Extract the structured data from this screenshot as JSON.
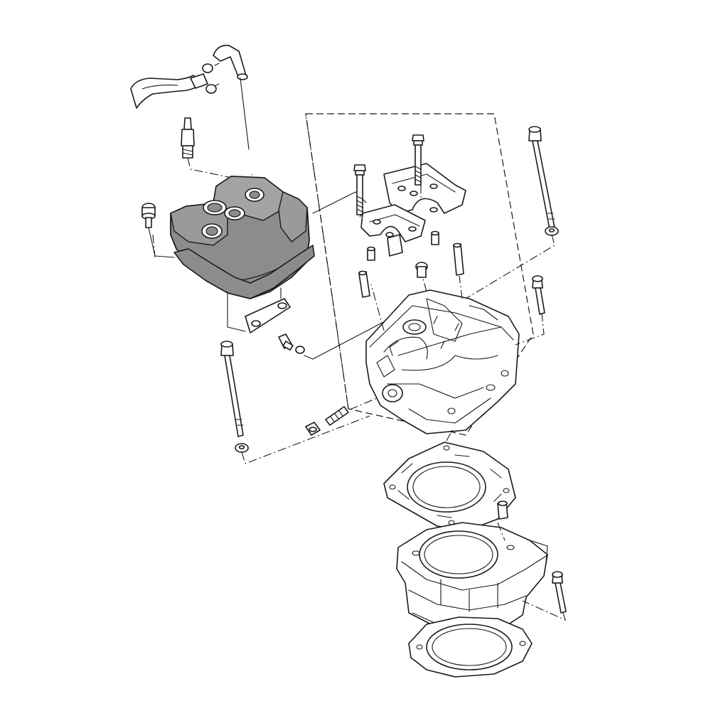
{
  "diagram": {
    "kind": "exploded-parts-view",
    "highlight_color": "#8c8c8c",
    "line_color": "#1a1a1a",
    "background": "#ffffff",
    "parts": [
      {
        "id": "breather-hose",
        "icon": "breather-hose-icon"
      },
      {
        "id": "hose-clamps",
        "icon": "hose-clamp-icon"
      },
      {
        "id": "spark-plug",
        "icon": "spark-plug-icon"
      },
      {
        "id": "cylinder-head-cover",
        "icon": "valve-cover-icon",
        "highlighted": true
      },
      {
        "id": "cover-gasket",
        "icon": "gasket-icon",
        "highlighted": true
      },
      {
        "id": "cover-bolt",
        "icon": "bolt-icon"
      },
      {
        "id": "cover-bracket",
        "icon": "bracket-icon"
      },
      {
        "id": "plug-screw",
        "icon": "screw-icon"
      },
      {
        "id": "camshaft-caps",
        "icon": "cam-cap-icon"
      },
      {
        "id": "cap-bolts",
        "icon": "bolt-icon"
      },
      {
        "id": "dowel-pins",
        "icon": "dowel-pin-icon"
      },
      {
        "id": "cylinder-head",
        "icon": "cylinder-head-icon"
      },
      {
        "id": "head-long-bolts",
        "icon": "stud-bolt-icon"
      },
      {
        "id": "stud-and-nut",
        "icon": "stud-icon"
      },
      {
        "id": "head-gasket",
        "icon": "gasket-icon"
      },
      {
        "id": "cylinder-block",
        "icon": "cylinder-icon"
      },
      {
        "id": "base-gasket",
        "icon": "gasket-icon"
      }
    ]
  }
}
